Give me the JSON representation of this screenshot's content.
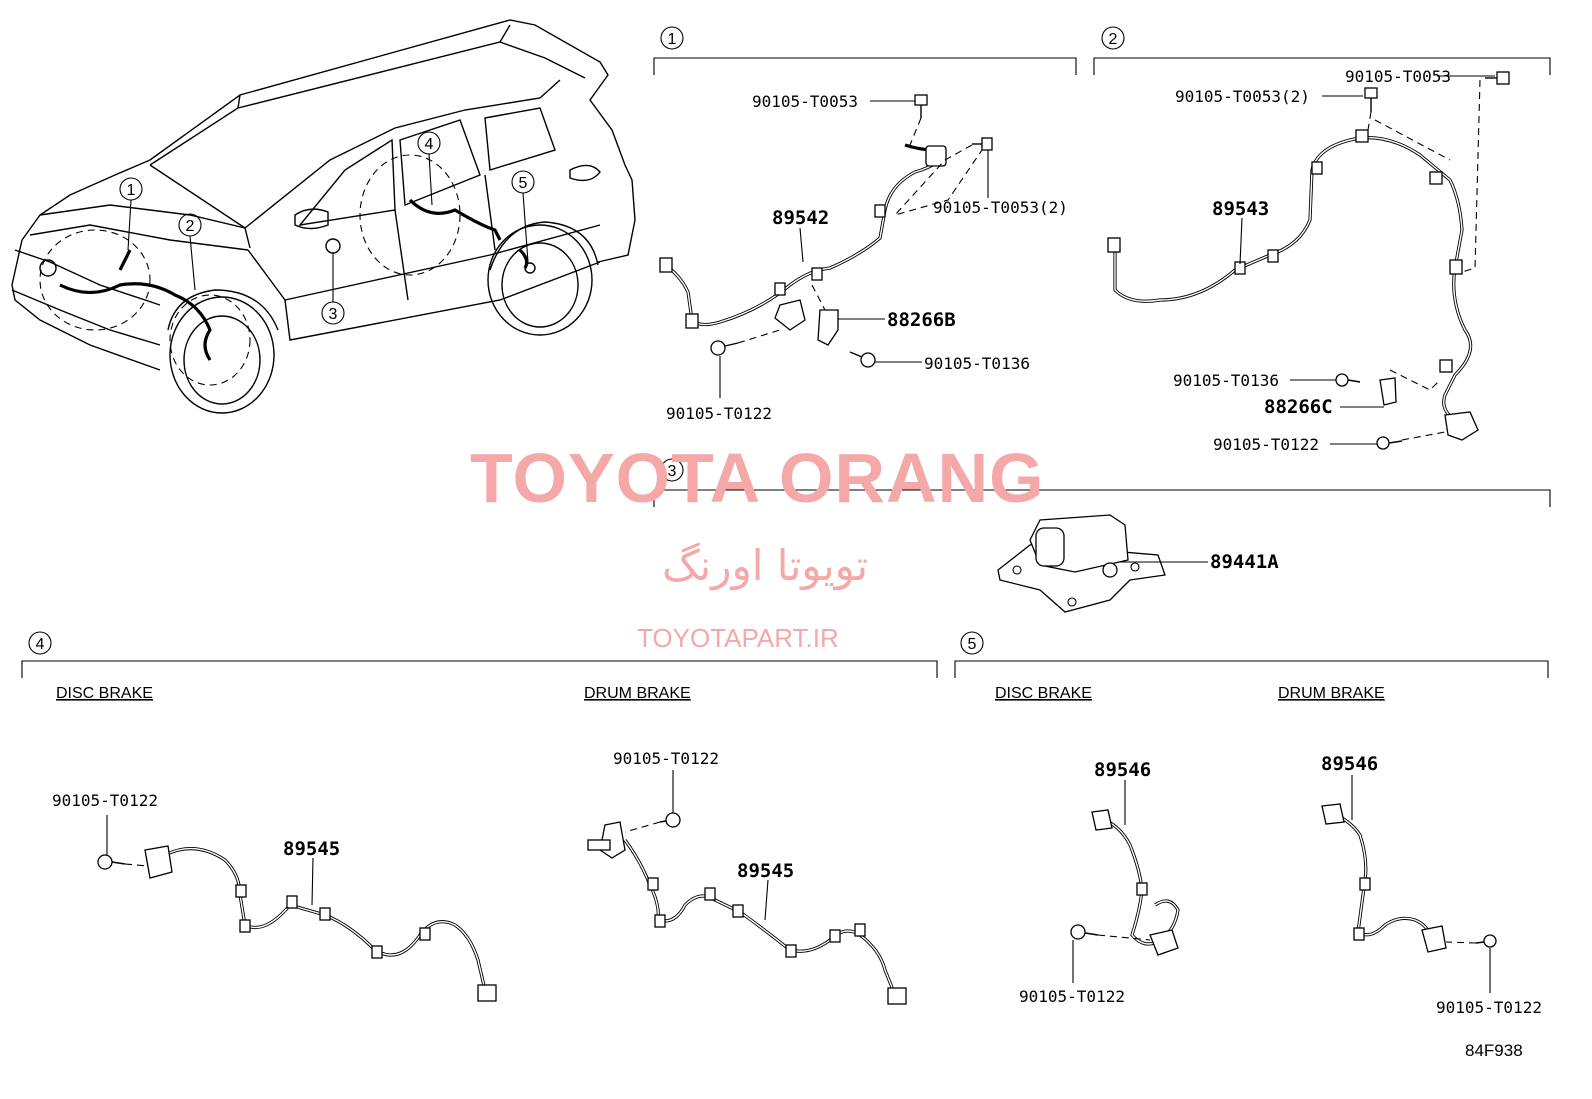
{
  "sections": [
    {
      "num": "1"
    },
    {
      "num": "2"
    },
    {
      "num": "3"
    },
    {
      "num": "4"
    },
    {
      "num": "5"
    }
  ],
  "vehicle_callouts": [
    "1",
    "2",
    "3",
    "4",
    "5"
  ],
  "labels": {
    "s1_bolt_top": "90105-T0053",
    "s1_bolt_right": "90105-T0053(2)",
    "s1_harness": "89542",
    "s1_bracket": "88266B",
    "s1_bolt_br": "90105-T0136",
    "s1_bolt_bl": "90105-T0122",
    "s2_bolt_top": "90105-T0053",
    "s2_bolt_top2": "90105-T0053(2)",
    "s2_harness": "89543",
    "s2_bolt_mid": "90105-T0136",
    "s2_bracket": "88266C",
    "s2_bolt_low": "90105-T0122",
    "s3_sensor": "89441A",
    "s4_disc_header": "DISC BRAKE",
    "s4_drum_header": "DRUM BRAKE",
    "s4_disc_bolt": "90105-T0122",
    "s4_disc_sensor": "89545",
    "s4_drum_bolt": "90105-T0122",
    "s4_drum_sensor": "89545",
    "s5_disc_header": "DISC BRAKE",
    "s5_drum_header": "DRUM BRAKE",
    "s5_disc_sensor": "89546",
    "s5_disc_bolt": "90105-T0122",
    "s5_drum_sensor": "89546",
    "s5_drum_bolt": "90105-T0122"
  },
  "watermark": {
    "brand": "TOYOTA ORANG",
    "farsi": "تویوتا اورنگ",
    "url": "TOYOTAPART.IR"
  },
  "figure_code": "84F938",
  "colors": {
    "line": "#000000",
    "watermark": "#f4a8a8",
    "background": "#ffffff"
  }
}
